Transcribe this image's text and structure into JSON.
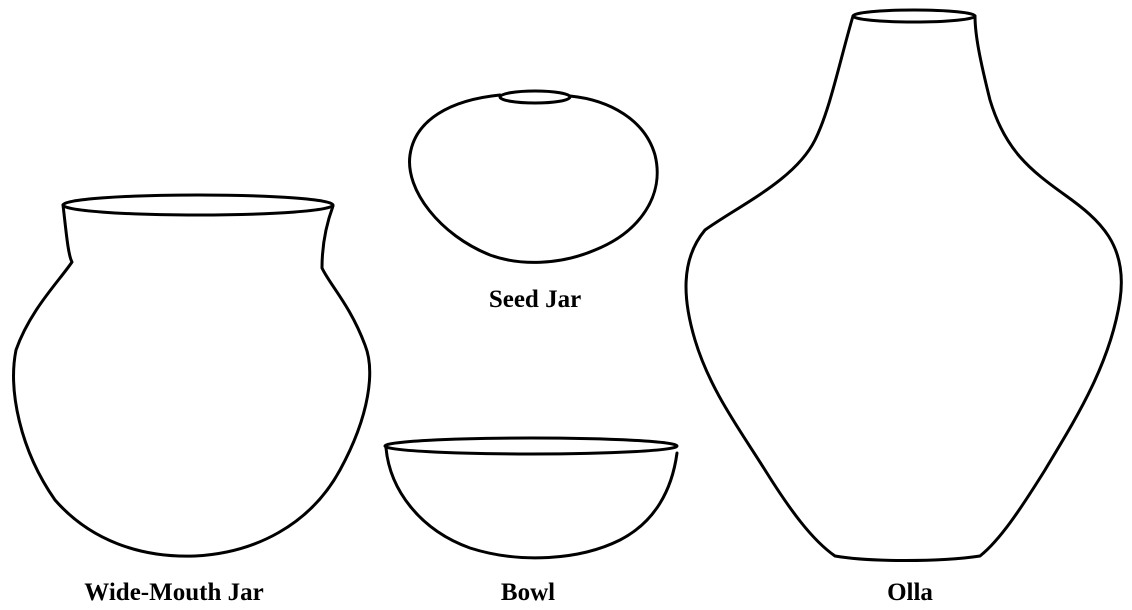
{
  "figure": {
    "vessels": [
      {
        "id": "wide-mouth-jar",
        "label": "Wide-Mouth Jar"
      },
      {
        "id": "seed-jar",
        "label": "Seed Jar"
      },
      {
        "id": "bowl",
        "label": "Bowl"
      },
      {
        "id": "olla",
        "label": "Olla"
      }
    ],
    "colors": {
      "line": "#000000",
      "background": "#ffffff"
    }
  }
}
